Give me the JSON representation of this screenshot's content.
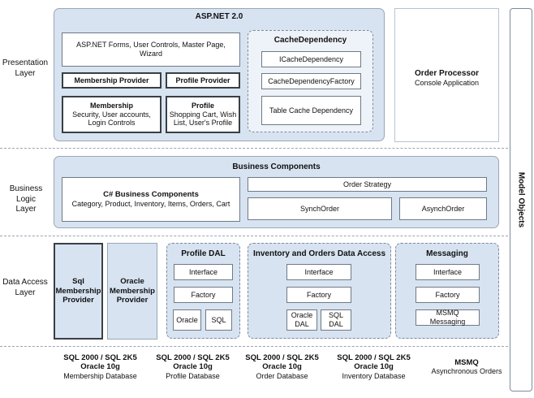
{
  "layers": {
    "presentation": "Presentation\nLayer",
    "business": "Business Logic\nLayer",
    "data_access": "Data Access\nLayer"
  },
  "aspnet": {
    "title": "ASP.NET 2.0",
    "forms": "ASP.NET Forms, User Controls, Master Page, Wizard",
    "membership_provider": "Membership Provider",
    "profile_provider": "Profile Provider",
    "membership_title": "Membership",
    "membership_desc": "Security, User accounts, Login Controls",
    "profile_title": "Profile",
    "profile_desc": "Shopping Cart, Wish List, User's Profile"
  },
  "cache": {
    "title": "CacheDependency",
    "items": [
      "ICacheDependency",
      "CacheDependencyFactory",
      "Table Cache Dependency"
    ]
  },
  "order_processor": {
    "title": "Order Processor",
    "subtitle": "Console Application"
  },
  "model_objects": "Model Objects",
  "business": {
    "title": "Business Components",
    "cs_title": "C# Business Components",
    "cs_desc": "Category, Product, Inventory, Items, Orders, Cart",
    "order_strategy": "Order Strategy",
    "synch": "SynchOrder",
    "asynch": "AsynchOrder"
  },
  "dal": {
    "sql_membership": "Sql\nMembership\nProvider",
    "oracle_membership": "Oracle\nMembership\nProvider",
    "profile": {
      "title": "Profile DAL",
      "interface": "Interface",
      "factory": "Factory",
      "oracle": "Oracle",
      "sql": "SQL"
    },
    "inventory": {
      "title": "Inventory and Orders Data Access",
      "interface": "Interface",
      "factory": "Factory",
      "oracle": "Oracle\nDAL",
      "sql": "SQL\nDAL"
    },
    "messaging": {
      "title": "Messaging",
      "interface": "Interface",
      "factory": "Factory",
      "msmq": "MSMQ Messaging"
    }
  },
  "databases": [
    {
      "line1": "SQL 2000 / SQL 2K5",
      "line2": "Oracle 10g",
      "line3": "Membership Database"
    },
    {
      "line1": "SQL 2000 / SQL 2K5",
      "line2": "Oracle 10g",
      "line3": "Profile Database"
    },
    {
      "line1": "SQL 2000 / SQL 2K5",
      "line2": "Oracle 10g",
      "line3": "Order Database"
    },
    {
      "line1": "SQL 2000 / SQL 2K5",
      "line2": "Oracle 10g",
      "line3": "Inventory Database"
    }
  ],
  "msmq": {
    "title": "MSMQ",
    "subtitle": "Asynchronous Orders"
  }
}
